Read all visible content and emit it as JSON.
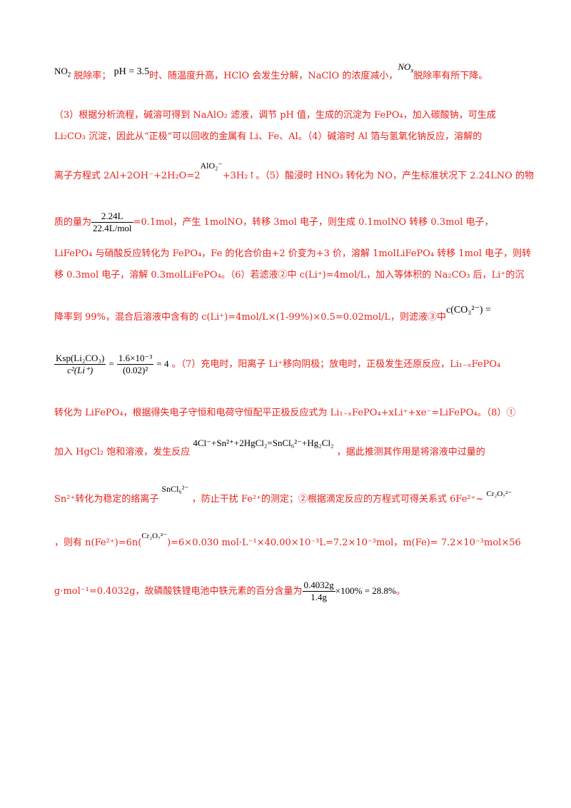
{
  "para": {
    "l1_no2": "NO",
    "l1_a": "脱除率；",
    "l1_ph": "pH = 3.5",
    "l1_b": "时、随温度升高，HClO 会发生分解，NaClO 的浓度减小，",
    "l1_nox": "NO",
    "l1_c": "脱除率有所下降。",
    "l2": "（3）根据分析流程，碱溶可得到 NaAlO₂ 滤液，调节 pH 值，生成的沉淀为 FePO₄，加入碳酸钠，可生成",
    "l3": "Li₂CO₃ 沉淀，因此从“正极”可以回收的金属有 Li、Fe、Al。（4）碱溶时 Al 箔与氢氧化钠反应，溶解的",
    "l4_a": "离子方程式 2Al+2OH⁻+2H₂O=2",
    "l4_alo2": "AlO₂⁻",
    "l4_b": "+3H₂↑。（5）酸浸时 HNO₃ 转化为 NO，产生标准状况下 2.24LNO 的物",
    "l5_a": "质的量为",
    "l5_num": "2.24L",
    "l5_den": "22.4L/mol",
    "l5_b": "=0.1mol，产生 1molNO，转移 3mol 电子，则生成 0.1molNO 转移 0.3mol 电子，",
    "l6": "LiFePO₄ 与硝酸反应转化为 FePO₄，Fe 的化合价由+2 价变为+3 价，溶解 1molLiFePO₄ 转移 1mol 电子，则转",
    "l7": "移 0.3mol 电子，溶解 0.3molLiFePO₄。（6）若滤液②中 c(Li⁺)=4mol/L，加入等体积的 Na₂CO₃ 后，Li⁺的沉",
    "l8_a": "降率到 99%，混合后溶液中含有的 c(Li⁺)=4mol/L×(1-99%)×0.5=0.02mol/L，则滤液③中",
    "l8_c": "c(CO₃²⁻) =",
    "l9_n1": "Ksp(Li₂CO₃)",
    "l9_d1": "c²(Li⁺)",
    "l9_n2": "1.6×10⁻³",
    "l9_d2": "(0.02)²",
    "l9_eq": "= 4",
    "l9_b": "。（7）充电时，阳离子 Li⁺移向阴极；放电时，正极发生还原反应，Li₁₋ₓFePO₄",
    "l10": "转化为 LiFePO₄，根据得失电子守恒和电荷守恒配平正极反应式为 Li₁₋ₓFePO₄+xLi⁺+xe⁻=LiFePO₄。（8）①",
    "l11_a": "加入 HgCl₂ 饱和溶液，发生反应",
    "l11_eq": "4Cl⁻+Sn²⁺+2HgCl₂=SnCl₆²⁻+Hg₂Cl₂",
    "l11_b": "，据此推测其作用是将溶液中过量的",
    "l12_a": "Sn²⁺转化为稳定的络离子",
    "l12_sn": "SnCl₆²⁻",
    "l12_b": "，防止干扰 Fe²⁺的测定；②根据滴定反应的方程式可得关系式 6Fe²⁺~",
    "l12_cr": "Cr₂O₇²⁻",
    "l13_a": "，则有 n(Fe²⁺)=6n(",
    "l13_cr": "Cr₂O₇²⁻",
    "l13_b": ")=6×0.030 mol·L⁻¹×40.00×10⁻³L=7.2×10⁻³mol，m(Fe)= 7.2×10⁻³mol×56",
    "l14_a": "g·mol⁻¹=0.4032g，故磷酸铁锂电池中铁元素的百分含量为",
    "l14_num": "0.4032g",
    "l14_den": "1.4g",
    "l14_b": "×100% = 28.8%",
    "l14_c": "。"
  }
}
